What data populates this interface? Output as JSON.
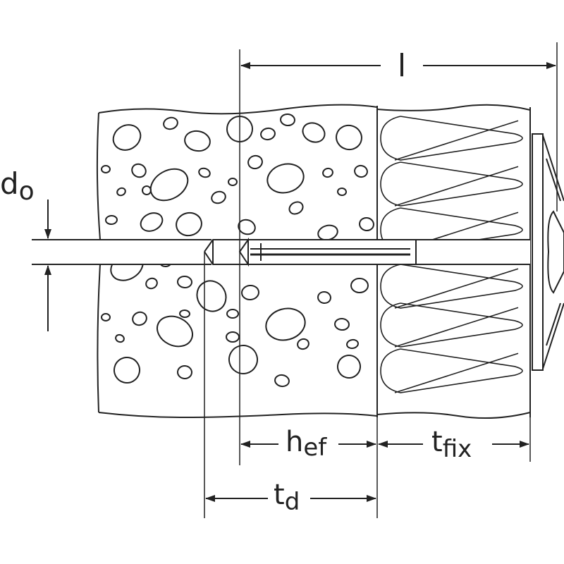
{
  "title": "Insulation anchor installation dimensions",
  "labels": {
    "total_length": "l",
    "drill_diameter_main": "d",
    "drill_diameter_sub": "o",
    "embedment_main": "h",
    "embedment_sub": "ef",
    "fixture_thickness_main": "t",
    "fixture_thickness_sub": "fix",
    "drill_depth_main": "t",
    "drill_depth_sub": "d"
  },
  "colors": {
    "line": "#222222",
    "background": "#ffffff"
  }
}
